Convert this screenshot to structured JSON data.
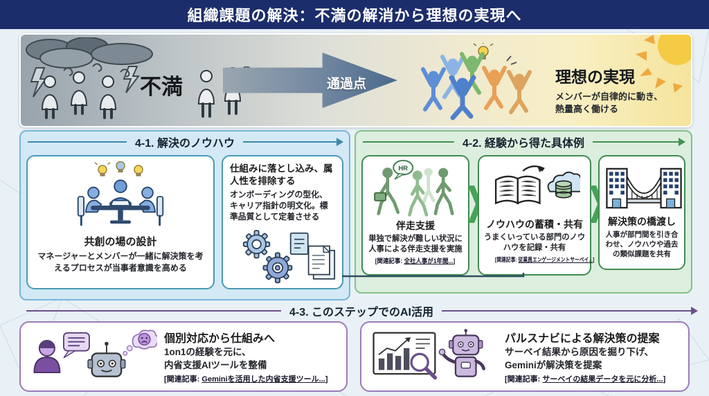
{
  "title": "組織課題の解決：不満の解消から理想の実現へ",
  "journey": {
    "start_label": "不満",
    "waypoint_label": "通過点",
    "goal_title": "理想の実現",
    "goal_sub": "メンバーが自律的に動き、熱量高く働ける"
  },
  "section_41": {
    "header": "4-1. 解決のノウハウ",
    "cocreation": {
      "title": "共創の場の設計",
      "body": "マネージャーとメンバーが一緒に解決策を考えるプロセスが当事者意識を高める"
    },
    "systemize": {
      "title": "仕組みに落とし込み、属人性を排除する",
      "body": "オンボーディングの型化、キャリア指針の明文化。標準品質として定着させる"
    }
  },
  "section_42": {
    "header": "4-2. 経験から得た具体例",
    "boxes": [
      {
        "title": "伴走支援",
        "body": "単独で解決が難しい状況に人事による伴走支援を実施",
        "bubble": "HR",
        "link_open": "[関連記事: ",
        "link_text": "全社人事が1年間...",
        "link_close": "]"
      },
      {
        "title": "ノウハウの蓄積・共有",
        "body": "うまくいっている部門のノウハウを記録・共有",
        "link_open": "[関連記事: ",
        "link_text": "従業員エンゲージメントサーベイ...",
        "link_close": "]"
      },
      {
        "title": "解決策の橋渡し",
        "body": "人事が部門間を引き合わせ、ノウハウや過去の類似課題を共有"
      }
    ]
  },
  "section_43": {
    "header": "4-3. このステップでのAI活用",
    "left": {
      "title": "個別対応から仕組みへ",
      "body_line1": "1on1の経験を元に、",
      "body_line2": "内省支援AIツールを整備",
      "link_open": "[関連記事: ",
      "link_text": "Geminiを活用した内省支援ツール...",
      "link_close": "]"
    },
    "right": {
      "title": "パルスナビによる解決策の提案",
      "body_line1": "サーベイ結果から原因を掘り下げ、",
      "body_line2": "Geminiが解決策を提案",
      "link_open": "[関連記事: ",
      "link_text": "サーベイの結果データを元に分析...",
      "link_close": "]"
    }
  },
  "colors": {
    "title_bar": "#1c2d6b",
    "section41_bg": "#d3e9f5",
    "section41_border": "#76b5d6",
    "section42_bg": "#dceede",
    "section42_border": "#3f8b51",
    "section43_border": "#9b7cb8",
    "journey_arrow": "#4a6a8e",
    "sun": "#f5ca45"
  },
  "icons": [
    "storm-clouds-icon",
    "unhappy-people-icon",
    "journey-arrow-icon",
    "celebrating-people-icon",
    "sun-icon",
    "lightbulb-icon",
    "meeting-table-icon",
    "gears-documents-icon",
    "hr-support-icon",
    "book-cloud-database-icon",
    "bridge-buildings-icon",
    "person-chat-icon",
    "robot-icon",
    "thought-bubble-icon",
    "chart-magnifier-icon"
  ]
}
